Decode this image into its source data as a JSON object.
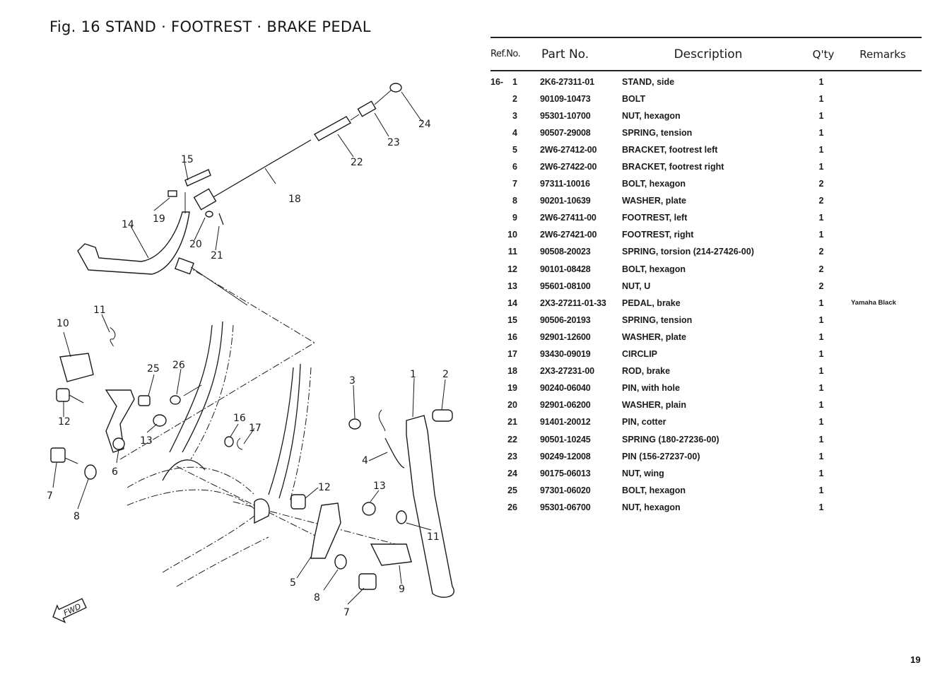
{
  "figure": {
    "title": "Fig. 16  STAND · FOOTREST · BRAKE  PEDAL",
    "callouts": [
      "1",
      "2",
      "3",
      "4",
      "5",
      "6",
      "7",
      "7",
      "8",
      "8",
      "9",
      "10",
      "11",
      "11",
      "12",
      "12",
      "13",
      "13",
      "14",
      "15",
      "16",
      "17",
      "18",
      "19",
      "20",
      "21",
      "22",
      "23",
      "24",
      "25",
      "26"
    ],
    "fwd_label": "FWD"
  },
  "table": {
    "headers": {
      "ref": "Ref.No.",
      "part": "Part No.",
      "desc": "Description",
      "qty": "Q'ty",
      "remarks": "Remarks"
    },
    "prefix": "16-",
    "rows": [
      {
        "ref": "1",
        "part": "2K6-27311-01",
        "desc": "STAND, side",
        "qty": "1",
        "remarks": ""
      },
      {
        "ref": "2",
        "part": "90109-10473",
        "desc": "BOLT",
        "qty": "1",
        "remarks": ""
      },
      {
        "ref": "3",
        "part": "95301-10700",
        "desc": "NUT, hexagon",
        "qty": "1",
        "remarks": ""
      },
      {
        "ref": "4",
        "part": "90507-29008",
        "desc": "SPRING, tension",
        "qty": "1",
        "remarks": ""
      },
      {
        "ref": "5",
        "part": "2W6-27412-00",
        "desc": "BRACKET, footrest left",
        "qty": "1",
        "remarks": ""
      },
      {
        "ref": "6",
        "part": "2W6-27422-00",
        "desc": "BRACKET, footrest right",
        "qty": "1",
        "remarks": ""
      },
      {
        "ref": "7",
        "part": "97311-10016",
        "desc": "BOLT, hexagon",
        "qty": "2",
        "remarks": ""
      },
      {
        "ref": "8",
        "part": "90201-10639",
        "desc": "WASHER, plate",
        "qty": "2",
        "remarks": ""
      },
      {
        "ref": "9",
        "part": "2W6-27411-00",
        "desc": "FOOTREST, left",
        "qty": "1",
        "remarks": ""
      },
      {
        "ref": "10",
        "part": "2W6-27421-00",
        "desc": "FOOTREST, right",
        "qty": "1",
        "remarks": ""
      },
      {
        "ref": "11",
        "part": "90508-20023",
        "desc": "SPRING, torsion (214-27426-00)",
        "qty": "2",
        "remarks": ""
      },
      {
        "ref": "12",
        "part": "90101-08428",
        "desc": "BOLT, hexagon",
        "qty": "2",
        "remarks": ""
      },
      {
        "ref": "13",
        "part": "95601-08100",
        "desc": "NUT, U",
        "qty": "2",
        "remarks": ""
      },
      {
        "ref": "14",
        "part": "2X3-27211-01-33",
        "desc": "PEDAL, brake",
        "qty": "1",
        "remarks": "Yamaha Black"
      },
      {
        "ref": "15",
        "part": "90506-20193",
        "desc": "SPRING, tension",
        "qty": "1",
        "remarks": ""
      },
      {
        "ref": "16",
        "part": "92901-12600",
        "desc": "WASHER, plate",
        "qty": "1",
        "remarks": ""
      },
      {
        "ref": "17",
        "part": "93430-09019",
        "desc": "CIRCLIP",
        "qty": "1",
        "remarks": ""
      },
      {
        "ref": "18",
        "part": "2X3-27231-00",
        "desc": "ROD, brake",
        "qty": "1",
        "remarks": ""
      },
      {
        "ref": "19",
        "part": "90240-06040",
        "desc": "PIN, with hole",
        "qty": "1",
        "remarks": ""
      },
      {
        "ref": "20",
        "part": "92901-06200",
        "desc": "WASHER, plain",
        "qty": "1",
        "remarks": ""
      },
      {
        "ref": "21",
        "part": "91401-20012",
        "desc": "PIN, cotter",
        "qty": "1",
        "remarks": ""
      },
      {
        "ref": "22",
        "part": "90501-10245",
        "desc": "SPRING (180-27236-00)",
        "qty": "1",
        "remarks": ""
      },
      {
        "ref": "23",
        "part": "90249-12008",
        "desc": "PIN (156-27237-00)",
        "qty": "1",
        "remarks": ""
      },
      {
        "ref": "24",
        "part": "90175-06013",
        "desc": "NUT, wing",
        "qty": "1",
        "remarks": ""
      },
      {
        "ref": "25",
        "part": "97301-06020",
        "desc": "BOLT, hexagon",
        "qty": "1",
        "remarks": ""
      },
      {
        "ref": "26",
        "part": "95301-06700",
        "desc": "NUT, hexagon",
        "qty": "1",
        "remarks": ""
      }
    ]
  },
  "page_number": "19"
}
